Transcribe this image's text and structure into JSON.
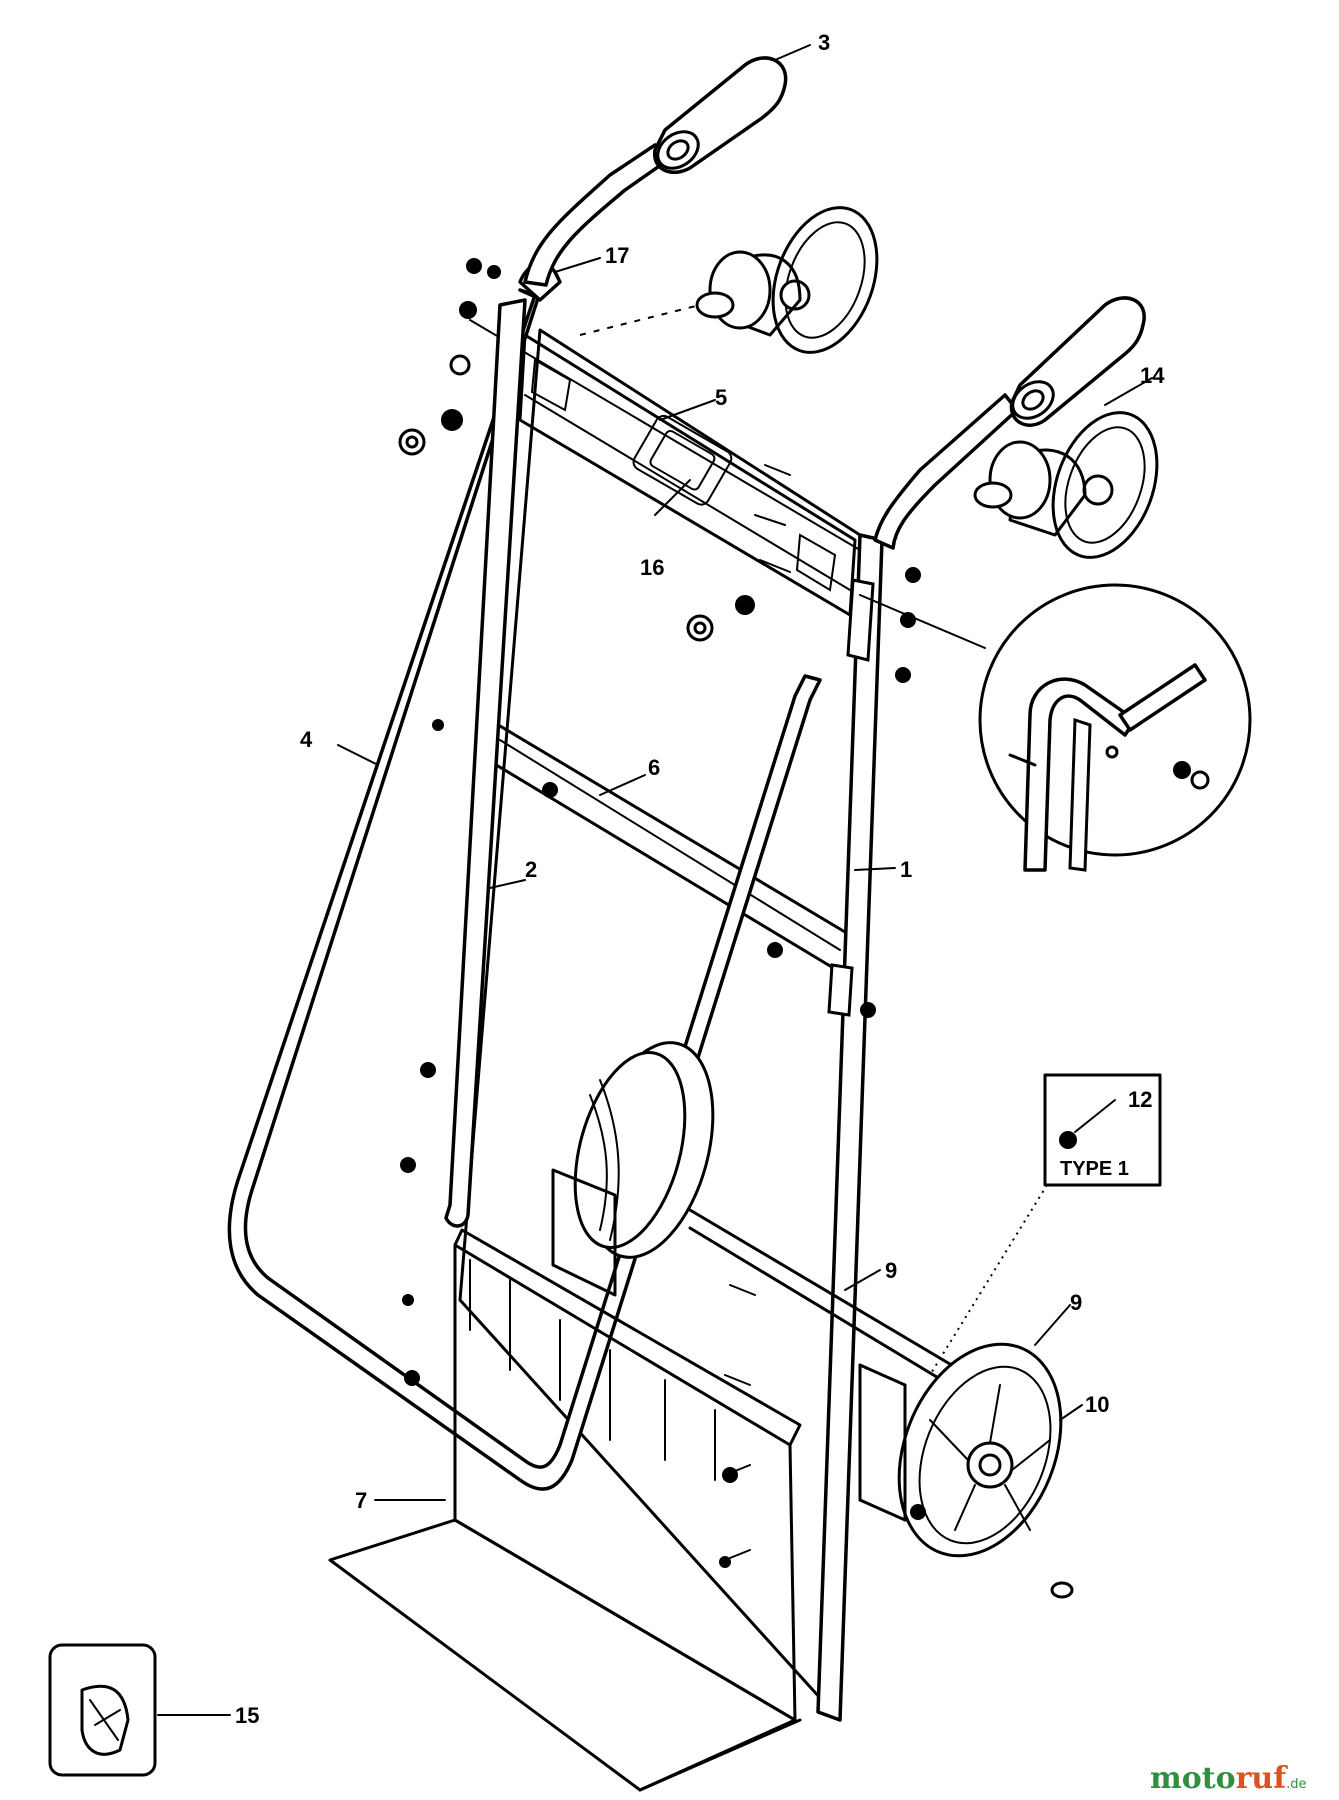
{
  "callouts": {
    "c1": "1",
    "c2": "2",
    "c3": "3",
    "c4": "4",
    "c5": "5",
    "c6": "6",
    "c7": "7",
    "c9a": "9",
    "c9b": "9",
    "c10": "10",
    "c12": "12",
    "c14": "14",
    "c15": "15",
    "c16": "16",
    "c17": "17"
  },
  "type_box": {
    "label": "TYPE 1"
  },
  "watermark": {
    "part1": "moto",
    "part2": "ruf",
    "suffix": ".de"
  },
  "colors": {
    "line": "#000000",
    "background": "#ffffff",
    "watermark_green": "#2f8f3f",
    "watermark_orange": "#d9531e"
  }
}
